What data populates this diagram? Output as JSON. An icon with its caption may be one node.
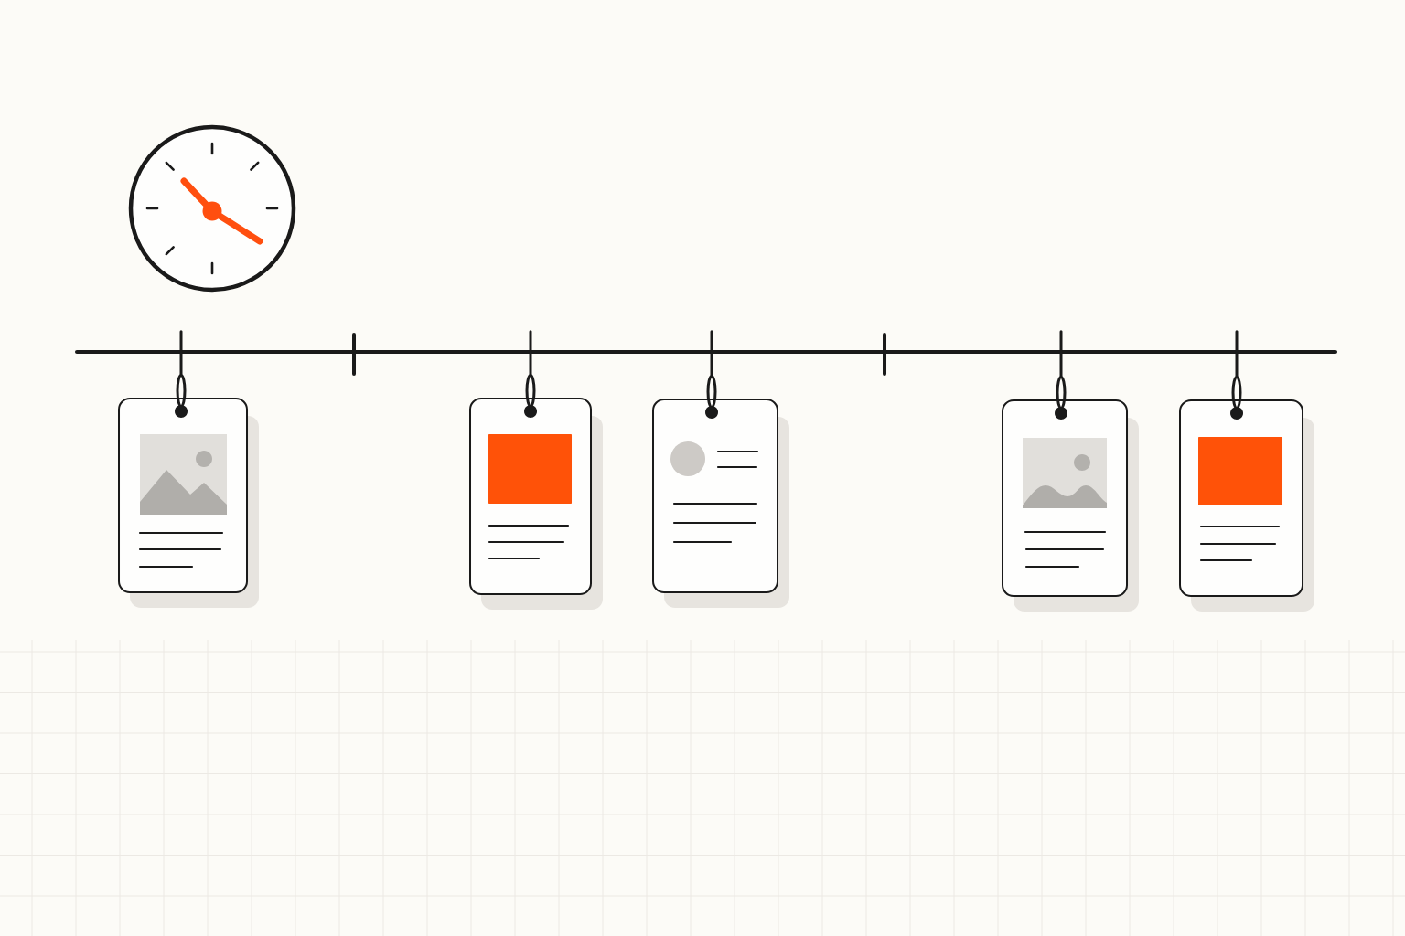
{
  "diagram": {
    "nodes": [
      {
        "text": [],
        "shape": "bar"
      },
      {
        "text": [],
        "shape": "box"
      },
      {
        "text": [],
        "shape": "box"
      },
      {
        "text": [],
        "shape": "box"
      },
      {
        "text": [],
        "shape": "box"
      },
      {
        "text": [],
        "shape": "box"
      }
    ],
    "edges": [
      {
        "from": 0,
        "to": 1,
        "arrow": "other"
      },
      {
        "from": 0,
        "to": 2,
        "arrow": "other"
      },
      {
        "from": 0,
        "to": 3,
        "arrow": "other"
      },
      {
        "from": 0,
        "to": 4,
        "arrow": "other"
      },
      {
        "from": 0,
        "to": 5,
        "arrow": "other"
      }
    ]
  }
}
